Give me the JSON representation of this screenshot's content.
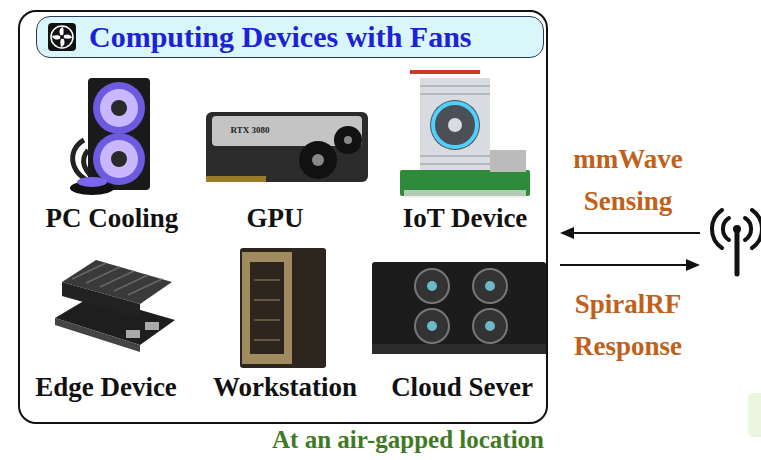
{
  "diagram": {
    "nodes": [
      {
        "text": [
          "At an air-gapped location"
        ]
      },
      {
        "text": [
          "Computing Devices with Fans"
        ],
        "in": 0
      }
    ],
    "labels": [
      "PC Cooling",
      "RTX 3080",
      "GPU",
      "IoT Device",
      "Edge Device",
      "Workstation",
      "Cloud Sever",
      "mmWave Sensing",
      "SpiralRF Response"
    ]
  }
}
